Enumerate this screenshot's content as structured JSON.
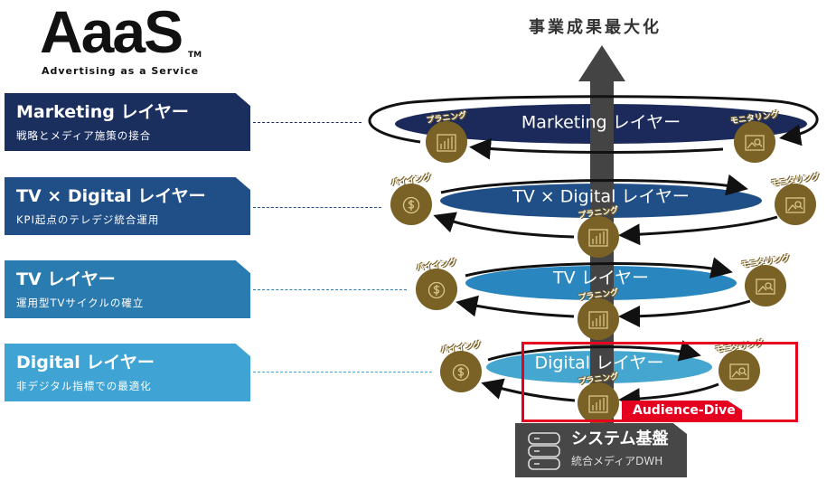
{
  "logo": {
    "text": "AaaS",
    "tm": "TM",
    "tagline": "Advertising as a Service"
  },
  "headline": "事業成果最大化",
  "layers": [
    {
      "title": "Marketing レイヤー",
      "subtitle": "戦略とメディア施策の接合",
      "color": "#1b2f5e"
    },
    {
      "title": "TV × Digital レイヤー",
      "subtitle": "KPI起点のテレデジ統合運用",
      "color": "#1f4f86"
    },
    {
      "title": "TV レイヤー",
      "subtitle": "運用型TVサイクルの確立",
      "color": "#2a7bb0"
    },
    {
      "title": "Digital レイヤー",
      "subtitle": "非デジタル指標での最適化",
      "color": "#3fa3d3"
    }
  ],
  "ellipses": [
    {
      "label": "Marketing レイヤー",
      "color": "#1b2a5a"
    },
    {
      "label": "TV × Digital レイヤー",
      "color": "#1f4f86"
    },
    {
      "label": "TV レイヤー",
      "color": "#2a86bf"
    },
    {
      "label": "Digital レイヤー",
      "color": "#45a6cf"
    }
  ],
  "steps": {
    "planning": "プラニング",
    "monitoring": "モニタリング",
    "buying": "バイイング"
  },
  "audience_dive": "Audience-Dive",
  "system": {
    "title": "システム基盤",
    "subtitle": "統合メディアDWH"
  }
}
